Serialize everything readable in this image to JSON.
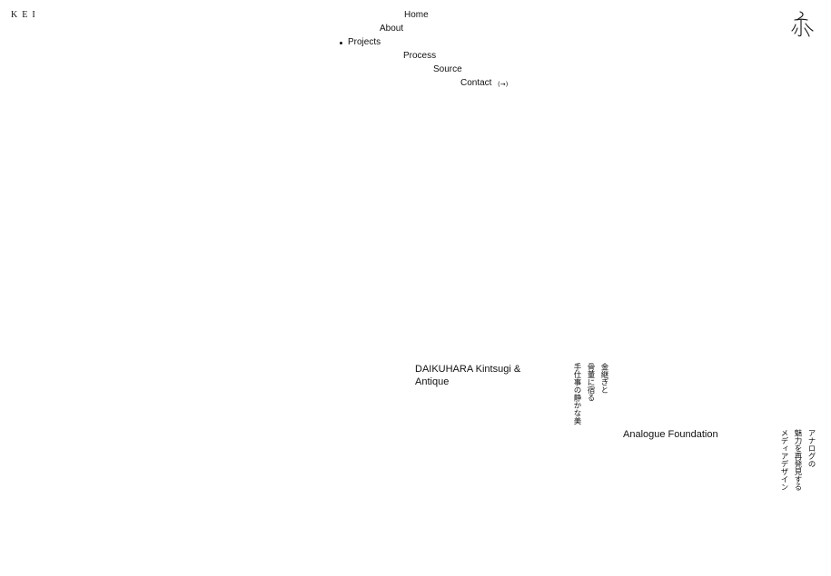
{
  "header": {
    "logo_text": "KEI"
  },
  "nav": {
    "items": [
      {
        "label": "Home"
      },
      {
        "label": "About"
      },
      {
        "label": "Projects",
        "active": true
      },
      {
        "label": "Process"
      },
      {
        "label": "Source"
      },
      {
        "label": "Contact",
        "suffix": "(→)"
      }
    ]
  },
  "projects": [
    {
      "title": "DAIKUHARA Kintsugi & Antique",
      "caption_lines": [
        "金継ぎと",
        "骨董に宿る",
        "手仕事の静かな美"
      ]
    },
    {
      "title": "Analogue Foundation",
      "caption_lines": [
        "アナログの",
        "魅力を再発見する",
        "メディアデザイン"
      ]
    }
  ]
}
